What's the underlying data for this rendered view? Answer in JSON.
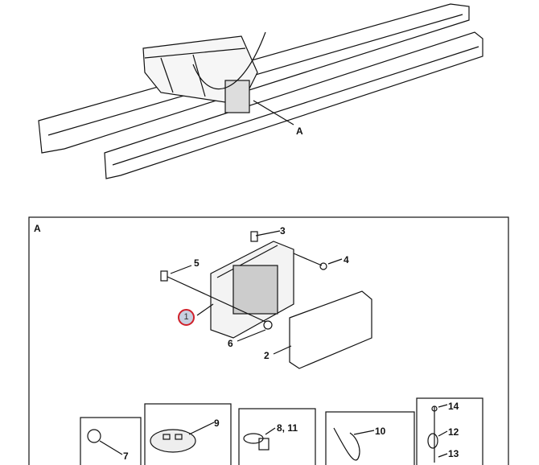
{
  "overview": {
    "callout": "A"
  },
  "detail": {
    "view_label": "A",
    "callouts": {
      "c1": "1",
      "c2": "2",
      "c3": "3",
      "c4": "4",
      "c5": "5",
      "c6": "6",
      "c7": "7",
      "c9": "9",
      "c8_11": "8, 11",
      "c10": "10",
      "c12": "12",
      "c13": "13",
      "c14": "14"
    },
    "highlight_color": "#d0202a"
  }
}
